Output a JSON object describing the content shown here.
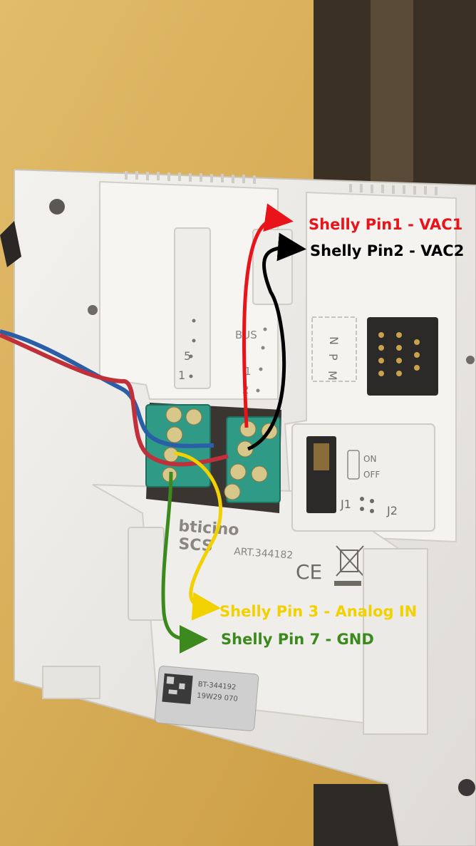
{
  "device": {
    "brand_top": "bticino",
    "brand_bottom": "SCS",
    "article": "ART.344182",
    "ce_mark": "CE",
    "sticker_line1": "BT-344192",
    "sticker_line2": "19W29 070",
    "bus_label": "BUS",
    "bus_pin1": "1",
    "bus_pin2": "2",
    "left_pin5": "5",
    "left_pin1": "1",
    "npm_n": "N",
    "npm_p": "P",
    "npm_m": "M",
    "switch_on": "ON",
    "switch_off": "OFF",
    "jumper_j1": "J1",
    "jumper_j2": "J2"
  },
  "annotations": [
    {
      "text": "Shelly Pin1 - VAC1",
      "color": "#e8141a"
    },
    {
      "text": "Shelly Pin2 - VAC2",
      "color": "#000000"
    },
    {
      "text": "Shelly Pin 3 - Analog IN",
      "color": "#f2d100"
    },
    {
      "text": "Shelly Pin 7 - GND",
      "color": "#3c8a1e"
    }
  ]
}
